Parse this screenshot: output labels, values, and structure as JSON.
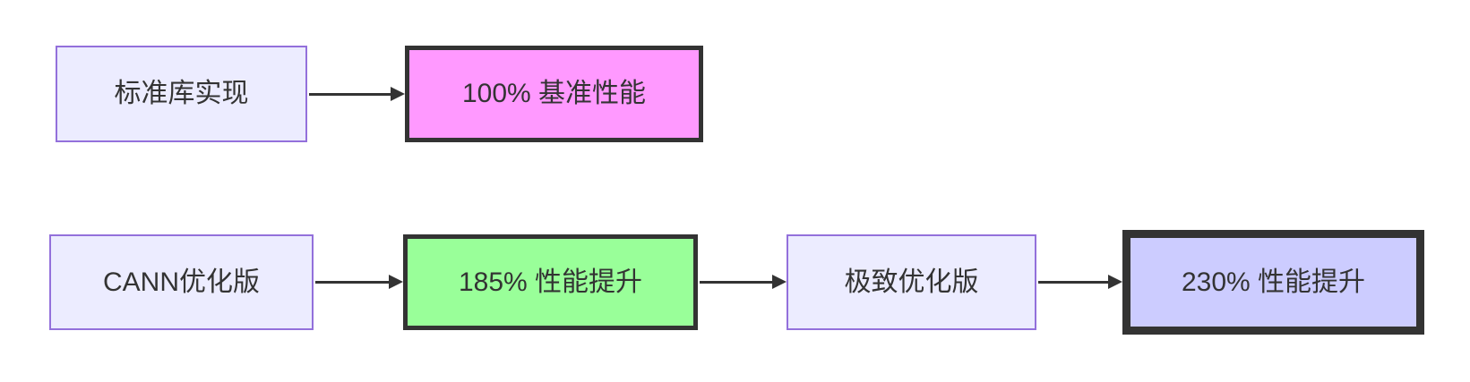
{
  "diagram": {
    "type": "flowchart",
    "direction": "left-to-right",
    "colors": {
      "canvas_bg": "#ffffff",
      "node_fill": "#ececff",
      "node_border": "#9370db",
      "baseline_fill": "#ff99ff",
      "improved_fill": "#99ff99",
      "best_fill": "#ccccff",
      "result_border": "#333333",
      "arrow": "#333333",
      "text": "#333333"
    },
    "nodes": [
      {
        "id": "A",
        "label": "标准库实现",
        "style": "process"
      },
      {
        "id": "B",
        "label": "100% 基准性能",
        "style": "result-baseline"
      },
      {
        "id": "C",
        "label": "CANN优化版",
        "style": "process"
      },
      {
        "id": "D",
        "label": "185% 性能提升",
        "style": "result-improved"
      },
      {
        "id": "E",
        "label": "极致优化版",
        "style": "process"
      },
      {
        "id": "F",
        "label": "230% 性能提升",
        "style": "result-best"
      }
    ],
    "edges": [
      {
        "from": "标准库实现",
        "to": "100% 基准性能"
      },
      {
        "from": "CANN优化版",
        "to": "185% 性能提升"
      },
      {
        "from": "185% 性能提升",
        "to": "极致优化版"
      },
      {
        "from": "极致优化版",
        "to": "230% 性能提升"
      }
    ]
  }
}
